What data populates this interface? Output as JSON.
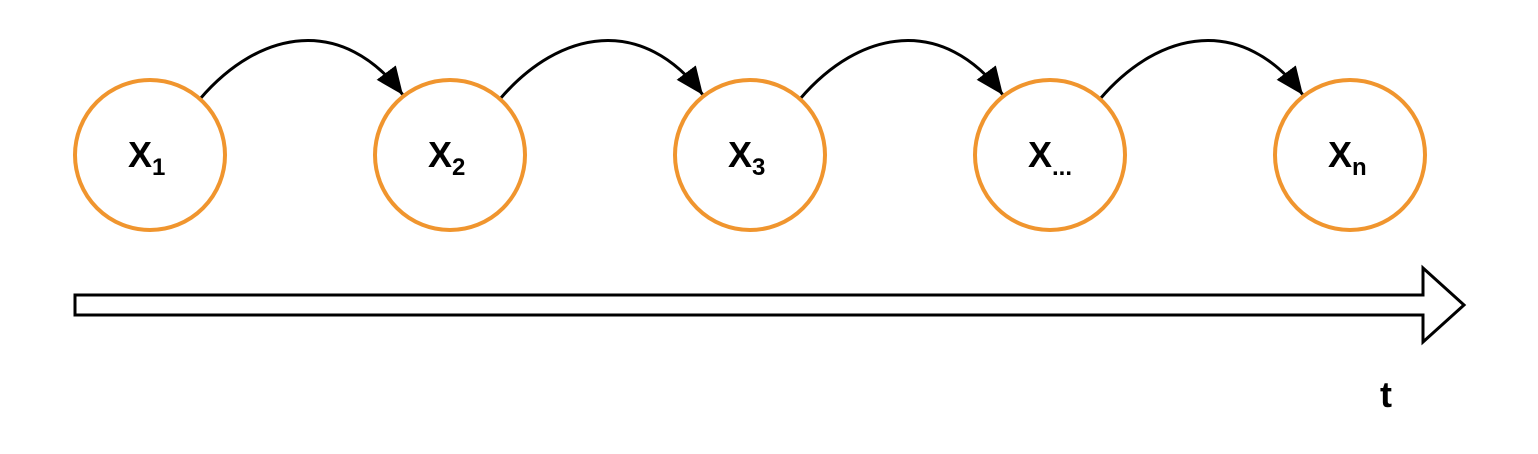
{
  "colors": {
    "node_stroke": "#f0952e",
    "edge": "#000000",
    "text": "#000000",
    "background": "#ffffff"
  },
  "nodes": [
    {
      "id": "x1",
      "base": "X",
      "sub": "1"
    },
    {
      "id": "x2",
      "base": "X",
      "sub": "2"
    },
    {
      "id": "x3",
      "base": "X",
      "sub": "3"
    },
    {
      "id": "xdots",
      "base": "X",
      "sub": "..."
    },
    {
      "id": "xn",
      "base": "X",
      "sub": "n"
    }
  ],
  "edges": [
    {
      "from": "x1",
      "to": "x2"
    },
    {
      "from": "x2",
      "to": "x3"
    },
    {
      "from": "x3",
      "to": "xdots"
    },
    {
      "from": "xdots",
      "to": "xn"
    }
  ],
  "time_axis": {
    "label": "t"
  }
}
